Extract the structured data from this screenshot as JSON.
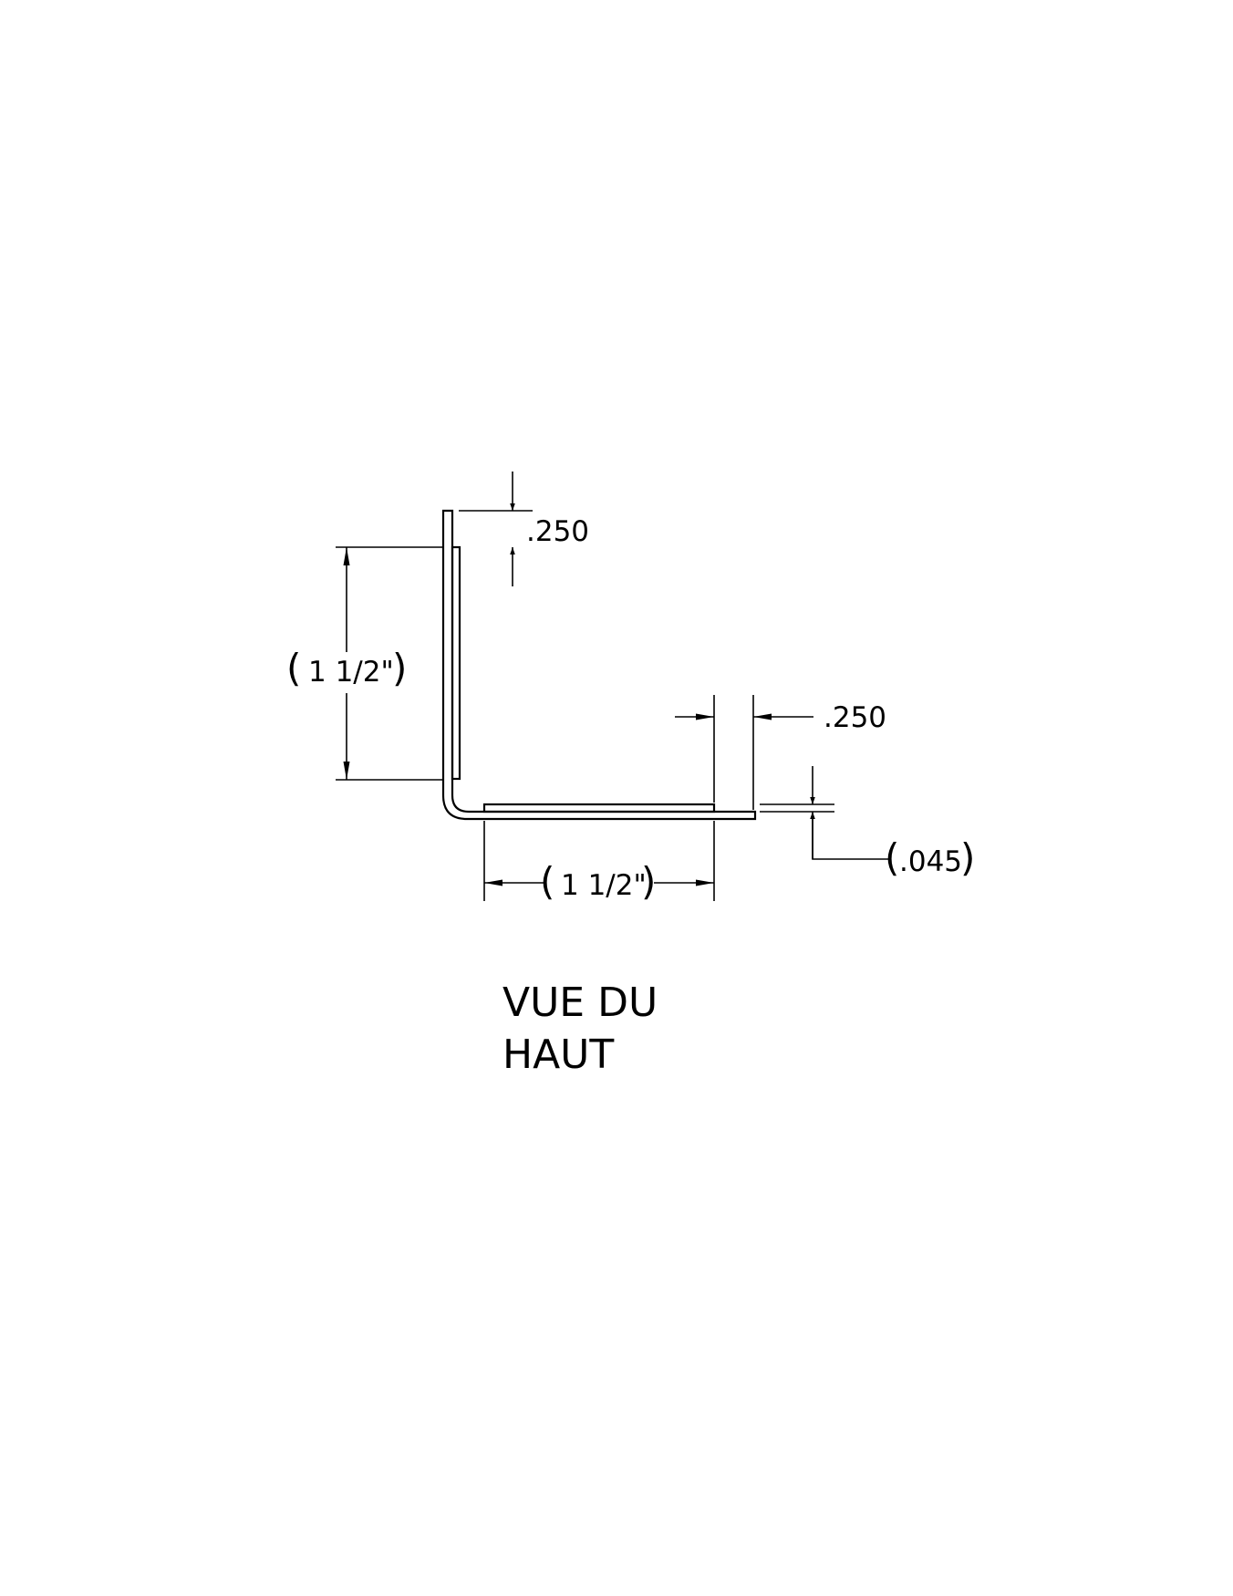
{
  "view_title": {
    "line1": "VUE DU",
    "line2": "HAUT"
  },
  "dimensions": {
    "top_offset": ".250",
    "vertical_leg": "1 1/2\"",
    "right_offset": ".250",
    "horizontal_leg": "1 1/2\"",
    "thickness": ".045"
  }
}
